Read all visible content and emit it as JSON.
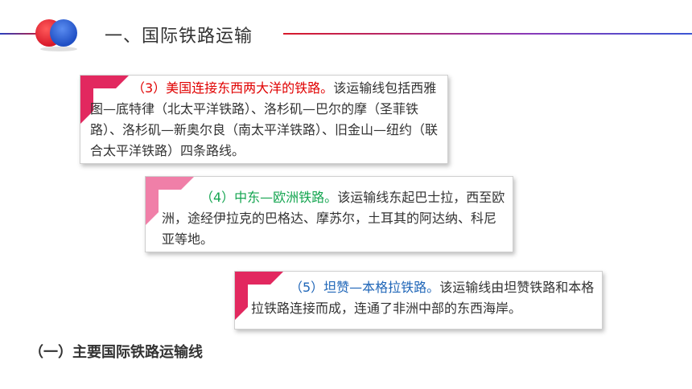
{
  "header": {
    "title": "一、国际铁路运输"
  },
  "cards": [
    {
      "highlight": "（3）美国连接东西两大洋的铁路。",
      "body": "该运输线包括西雅图—底特律（北太平洋铁路）、洛杉矶—巴尔的摩（圣菲铁路）、洛杉矶—新奥尔良（南太平洋铁路）、旧金山—纽约（联合太平洋铁路）四条路线。"
    },
    {
      "highlight": "（4）中东—欧洲铁路。",
      "body": "该运输线东起巴士拉，西至欧洲，途经伊拉克的巴格达、摩苏尔，土耳其的阿达纳、科尼亚等地。"
    },
    {
      "highlight": "（5）坦赞—本格拉铁路。",
      "body": "该运输线由坦赞铁路和本格拉铁路连接而成，连通了非洲中部的东西海岸。"
    }
  ],
  "section_heading": "（一）主要国际铁路运输线",
  "colors": {
    "red_highlight": "#e00000",
    "green_highlight": "#14a550",
    "blue_highlight": "#1f66b8",
    "accent_pink": "#e2285f"
  }
}
